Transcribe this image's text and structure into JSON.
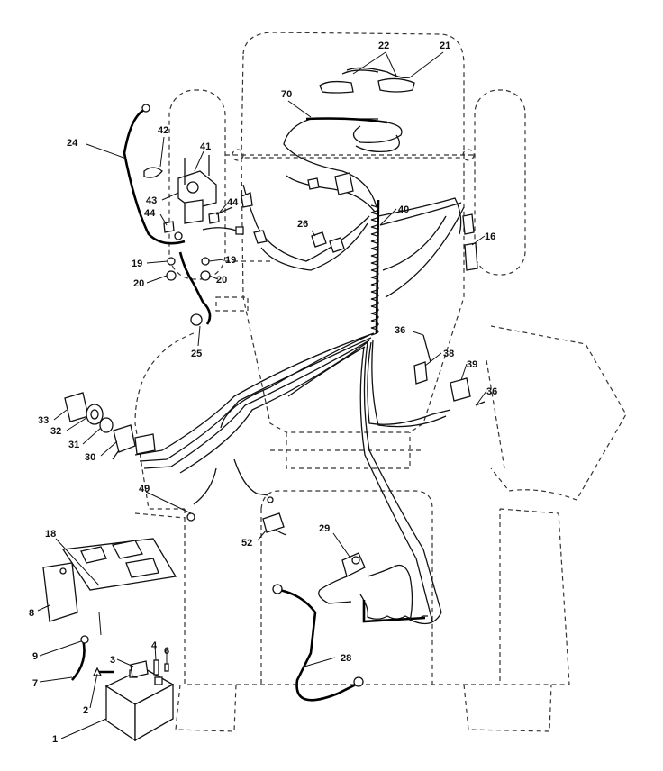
{
  "callouts": [
    {
      "id": "c22",
      "label": "22"
    },
    {
      "id": "c21",
      "label": "21"
    },
    {
      "id": "c70",
      "label": "70"
    },
    {
      "id": "c24",
      "label": "24"
    },
    {
      "id": "c42",
      "label": "42"
    },
    {
      "id": "c41",
      "label": "41"
    },
    {
      "id": "c43",
      "label": "43"
    },
    {
      "id": "c44a",
      "label": "44"
    },
    {
      "id": "c44b",
      "label": "44"
    },
    {
      "id": "c40",
      "label": "40"
    },
    {
      "id": "c26",
      "label": "26"
    },
    {
      "id": "c16",
      "label": "16"
    },
    {
      "id": "c19a",
      "label": "19"
    },
    {
      "id": "c19b",
      "label": "19"
    },
    {
      "id": "c20a",
      "label": "20"
    },
    {
      "id": "c20b",
      "label": "20"
    },
    {
      "id": "c25",
      "label": "25"
    },
    {
      "id": "c36",
      "label": "36"
    },
    {
      "id": "c38",
      "label": "38"
    },
    {
      "id": "c39",
      "label": "39"
    },
    {
      "id": "c36b",
      "label": "36"
    },
    {
      "id": "c33",
      "label": "33"
    },
    {
      "id": "c32",
      "label": "32"
    },
    {
      "id": "c31",
      "label": "31"
    },
    {
      "id": "c30",
      "label": "30"
    },
    {
      "id": "c49",
      "label": "49"
    },
    {
      "id": "c52",
      "label": "52"
    },
    {
      "id": "c29",
      "label": "29"
    },
    {
      "id": "c18",
      "label": "18"
    },
    {
      "id": "c8",
      "label": "8"
    },
    {
      "id": "c28",
      "label": "28"
    },
    {
      "id": "c9",
      "label": "9"
    },
    {
      "id": "c3",
      "label": "3"
    },
    {
      "id": "c4",
      "label": "4"
    },
    {
      "id": "c6",
      "label": "6"
    },
    {
      "id": "c7",
      "label": "7"
    },
    {
      "id": "c2",
      "label": "2"
    },
    {
      "id": "c1",
      "label": "1"
    }
  ]
}
